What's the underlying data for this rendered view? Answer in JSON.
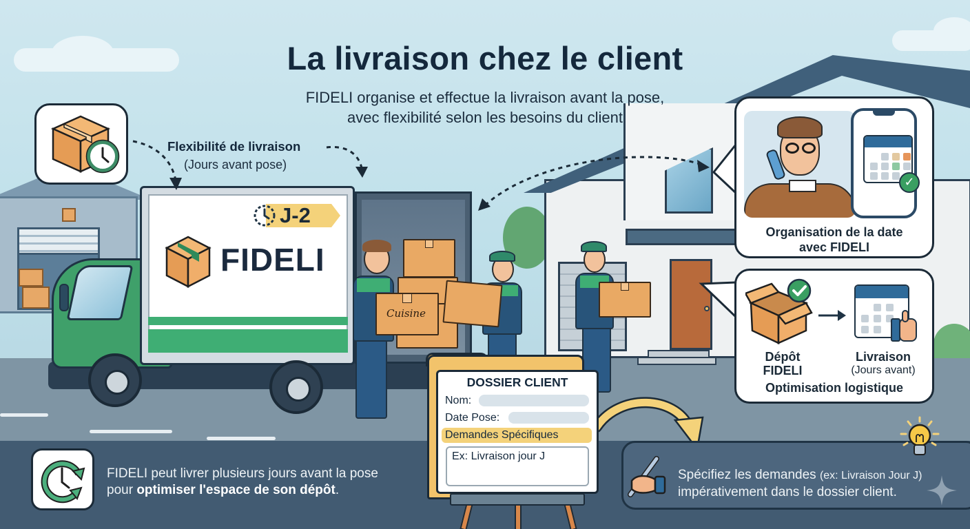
{
  "header": {
    "title": "La livraison chez le client",
    "subtitle_line1": "FIDELI organise et effectue la livraison avant la pose,",
    "subtitle_line2": "avec flexibilité selon les besoins du client"
  },
  "flexibility": {
    "label": "Flexibilité de livraison",
    "sublabel": "(Jours avant pose)",
    "icon": "box-clock-icon"
  },
  "truck": {
    "brand": "FIDELI",
    "badge": "J-2",
    "badge_icon": "dashed-clock-icon",
    "box_label": "Cuisine"
  },
  "card_organisation": {
    "caption_line1": "Organisation de la date",
    "caption_line2": "avec FIDELI",
    "icons": [
      "person-on-phone-icon",
      "smartphone-calendar-icon",
      "check-badge-icon"
    ]
  },
  "card_logistics": {
    "step1_line1": "Dépôt",
    "step1_line2": "FIDELI",
    "step2_line1": "Livraison",
    "step2_line2": "(Jours avant)",
    "footer": "Optimisation logistique",
    "icons": [
      "open-box-check-icon",
      "arrow-right-icon",
      "calendar-thumbs-up-icon"
    ]
  },
  "dossier": {
    "title": "DOSSIER CLIENT",
    "fields": [
      {
        "label": "Nom:",
        "value": ""
      },
      {
        "label": "Date Pose:",
        "value": ""
      }
    ],
    "requests_label": "Demandes Spécifiques",
    "requests_value": "Ex: Livraison jour J"
  },
  "bottom_left": {
    "line1": "FIDELI peut livrer plusieurs jours avant la pose",
    "line2_prefix": "pour ",
    "line2_bold": "optimiser l'espace de son dépôt",
    "line2_suffix": ".",
    "icon": "clock-cycle-icon"
  },
  "bottom_right": {
    "line1_main": "Spécifiez les demandes ",
    "line1_small": "(ex: Livraison Jour J)",
    "line2": "impérativement dans le dossier client.",
    "icons": [
      "hand-pen-icon",
      "lightbulb-icon"
    ]
  },
  "colors": {
    "brand_green": "#3fae74",
    "navy": "#14283c",
    "accent_yellow": "#f4d27a",
    "box_orange": "#e9a964",
    "banner_slate": "#425b72"
  }
}
